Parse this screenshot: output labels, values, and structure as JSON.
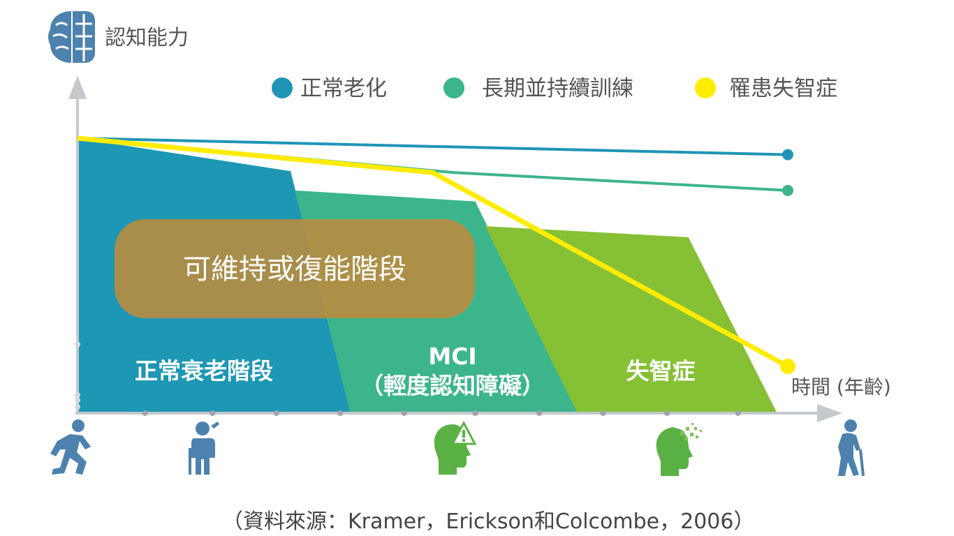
{
  "chart_data": {
    "type": "line",
    "ylabel": "認知能力",
    "xlabel": "時間 (年齡)",
    "series": [
      {
        "name": "正常老化",
        "color": "#1f94b7",
        "points": [
          [
            0,
            100
          ],
          [
            10,
            94
          ]
        ]
      },
      {
        "name": "長期並持續訓練",
        "color": "#3db58c",
        "points": [
          [
            0,
            100
          ],
          [
            5.3,
            87.5
          ],
          [
            10,
            81
          ]
        ]
      },
      {
        "name": "罹患失智症",
        "color": "#ffec00",
        "points": [
          [
            0,
            100
          ],
          [
            5,
            87.5
          ],
          [
            10,
            17
          ]
        ]
      }
    ],
    "stages": [
      {
        "label": "正常衰老階段",
        "color": "#1d97b3"
      },
      {
        "label": "MCI",
        "sublabel": "（輕度認知障礙）",
        "color": "#3db58c"
      },
      {
        "label": "失智症",
        "color": "#86c035"
      }
    ],
    "band_label": "可維持或復能階段",
    "band_color": "#b98c3f",
    "xlim": [
      0,
      10.5
    ],
    "ylim": [
      0,
      100
    ],
    "grid": false,
    "legend_position": "top-right"
  },
  "source_note": "（資料來源：Kramer，Erickson和Colcombe，2006）",
  "icons": [
    "brain-icon",
    "running-person-icon",
    "person-with-cane-icon",
    "head-warning-icon",
    "head-dissolving-icon",
    "elderly-walker-icon"
  ]
}
